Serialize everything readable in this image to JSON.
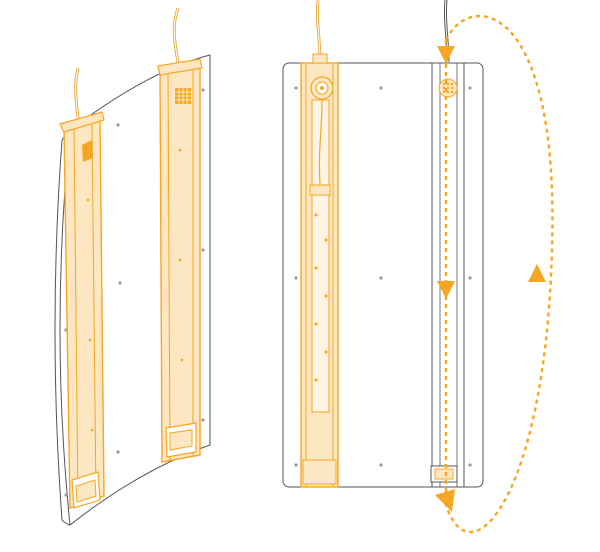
{
  "colors": {
    "background": "#ffffff",
    "outline": "#555555",
    "orange": "#f5a623",
    "orange_fill": "#fde7c2",
    "orange_fill_light": "#fff4e3",
    "rivet": "#999999",
    "cable": "#e8b04a",
    "cable_dark": "#555555"
  },
  "views": [
    {
      "id": "left",
      "description_icon": "curved-panel-isometric"
    },
    {
      "id": "right",
      "description_icon": "flat-panel-front"
    }
  ],
  "airflow": {
    "arrows": [
      {
        "name": "down-arrow-top",
        "direction": "down"
      },
      {
        "name": "down-arrow-middle",
        "direction": "down"
      },
      {
        "name": "down-arrow-bottom",
        "direction": "down"
      },
      {
        "name": "up-arrow-right",
        "direction": "up"
      }
    ]
  }
}
